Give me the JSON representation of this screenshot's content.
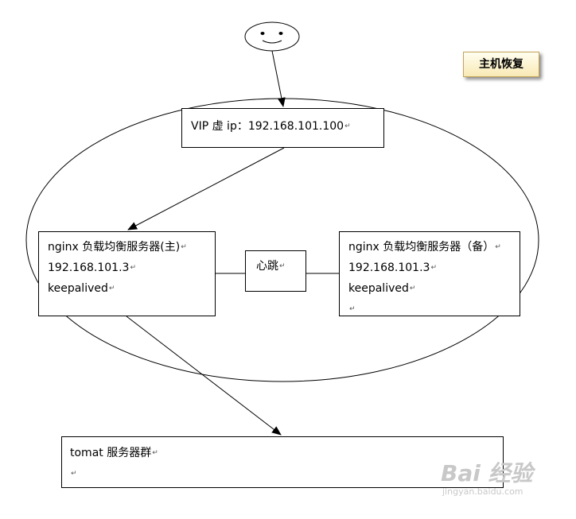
{
  "tag": "主机恢复",
  "vip": {
    "text": "VIP 虚 ip：192.168.101.100"
  },
  "primary": {
    "line1": "nginx 负载均衡服务器(主)",
    "line2": "192.168.101.3",
    "line3": "keepalived"
  },
  "heartbeat": {
    "label": "心跳"
  },
  "backup": {
    "line1": "nginx 负载均衡服务器（备）",
    "line2": "192.168.101.3",
    "line3": "keepalived"
  },
  "tomcat": {
    "line1": "tomat 服务器群"
  },
  "watermark": {
    "brand": "Bai 经验",
    "domain": "jingyan.baidu.com"
  },
  "paragraph_mark": "↵",
  "colors": {
    "tag_fill": "#f8e9b4",
    "tag_border": "#c2a45a",
    "watermark": "#c8c8c8"
  },
  "icons": {
    "user": "smiley-face-icon",
    "paw": "baidu-paw-icon"
  }
}
